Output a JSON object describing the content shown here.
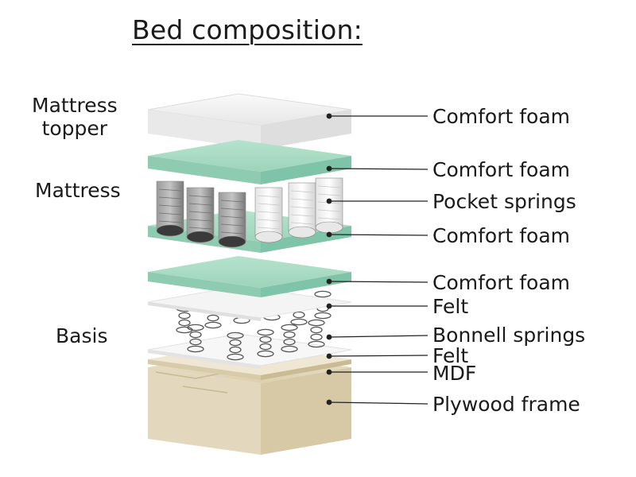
{
  "title": "Bed composition:",
  "groups": {
    "topper_line1": "Mattress",
    "topper_line2": "topper",
    "mattress": "Mattress",
    "basis": "Basis"
  },
  "layers": [
    {
      "key": "topper_foam",
      "label": "Comfort foam"
    },
    {
      "key": "mattress_top_foam",
      "label": "Comfort foam"
    },
    {
      "key": "pocket_springs",
      "label": "Pocket springs"
    },
    {
      "key": "mattress_bottom_foam",
      "label": "Comfort foam"
    },
    {
      "key": "basis_foam",
      "label": "Comfort foam"
    },
    {
      "key": "felt_top",
      "label": "Felt"
    },
    {
      "key": "bonnell_springs",
      "label": "Bonnell springs"
    },
    {
      "key": "felt_bottom",
      "label": "Felt"
    },
    {
      "key": "mdf",
      "label": "MDF"
    },
    {
      "key": "plywood_frame",
      "label": "Plywood frame"
    }
  ],
  "colors": {
    "foam_green": "#a8dcc4",
    "foam_green_dark": "#7fc3a8",
    "topper_white": "#f2f2f2",
    "felt": "#f4f4f4",
    "plywood": "#e6dcc4",
    "plywood_dark": "#c9b892",
    "spring_grey": "#8c8c8c",
    "line": "#222222"
  }
}
